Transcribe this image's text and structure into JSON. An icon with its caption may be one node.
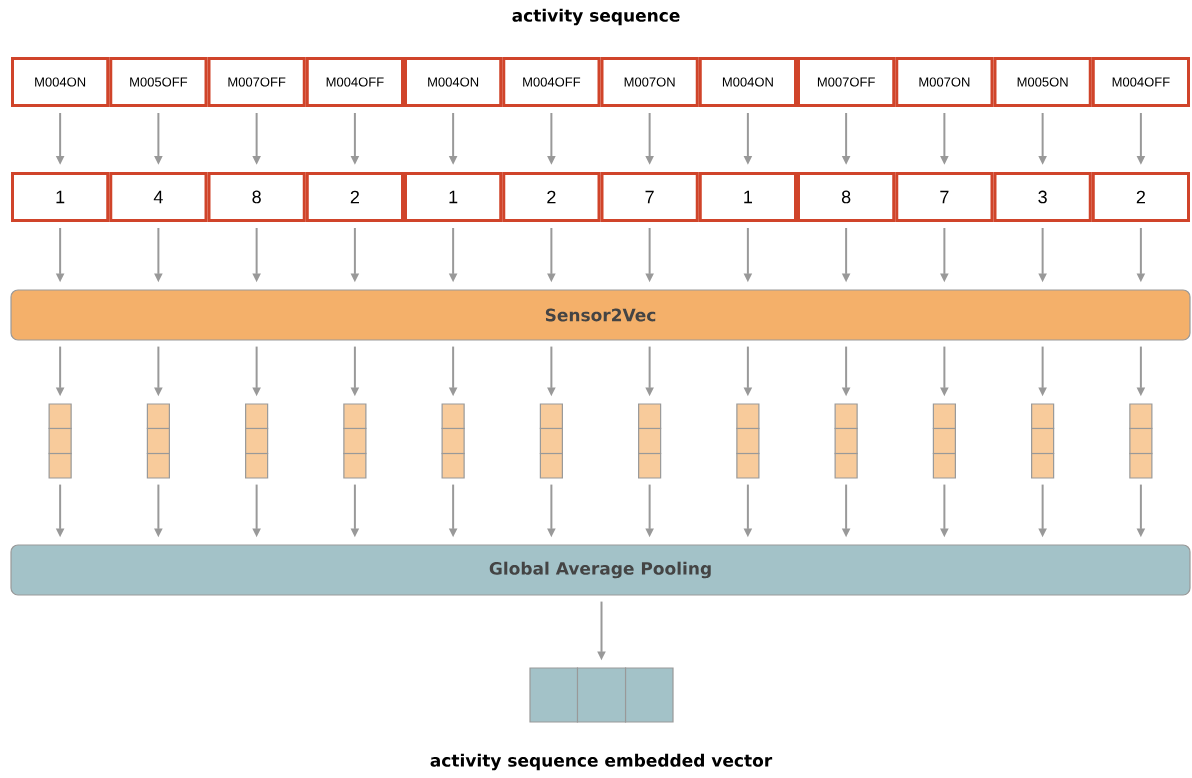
{
  "diagram": {
    "title": "activity sequence",
    "caption": "activity sequence embedded vector",
    "nodes": [
      {
        "text": [
          "M004ON"
        ]
      },
      {
        "text": [
          "M005OFF"
        ]
      },
      {
        "text": [
          "M007OFF"
        ]
      },
      {
        "text": [
          "M004OFF"
        ]
      },
      {
        "text": [
          "M004ON"
        ]
      },
      {
        "text": [
          "M004OFF"
        ]
      },
      {
        "text": [
          "M007ON"
        ]
      },
      {
        "text": [
          "M004ON"
        ]
      },
      {
        "text": [
          "M007OFF"
        ]
      },
      {
        "text": [
          "M007ON"
        ]
      },
      {
        "text": [
          "M005ON"
        ]
      },
      {
        "text": [
          "M004OFF"
        ]
      },
      {
        "text": [
          "1"
        ]
      },
      {
        "text": [
          "4"
        ]
      },
      {
        "text": [
          "8"
        ]
      },
      {
        "text": [
          "2"
        ]
      },
      {
        "text": [
          "1"
        ]
      },
      {
        "text": [
          "2"
        ]
      },
      {
        "text": [
          "7"
        ]
      },
      {
        "text": [
          "1"
        ]
      },
      {
        "text": [
          "8"
        ]
      },
      {
        "text": [
          "7"
        ]
      },
      {
        "text": [
          "3"
        ]
      },
      {
        "text": [
          "2"
        ]
      },
      {
        "text": [
          "Sensor2Vec"
        ]
      },
      {
        "text": [],
        "shape": "bar"
      },
      {
        "text": [],
        "shape": "bar"
      },
      {
        "text": [],
        "shape": "bar"
      },
      {
        "text": [],
        "shape": "bar"
      },
      {
        "text": [],
        "shape": "bar"
      },
      {
        "text": [],
        "shape": "bar"
      },
      {
        "text": [],
        "shape": "bar"
      },
      {
        "text": [],
        "shape": "bar"
      },
      {
        "text": [],
        "shape": "bar"
      },
      {
        "text": [],
        "shape": "bar"
      },
      {
        "text": [],
        "shape": "bar"
      },
      {
        "text": [],
        "shape": "bar"
      },
      {
        "text": [
          "Global Average Pooling"
        ]
      },
      {
        "text": [],
        "shape": "bar"
      }
    ],
    "edges": [
      {
        "from": 0,
        "to": 12,
        "arrow": "to"
      },
      {
        "from": 1,
        "to": 13,
        "arrow": "to"
      },
      {
        "from": 2,
        "to": 14,
        "arrow": "to"
      },
      {
        "from": 3,
        "to": 15,
        "arrow": "to"
      },
      {
        "from": 4,
        "to": 16,
        "arrow": "to"
      },
      {
        "from": 5,
        "to": 17,
        "arrow": "to"
      },
      {
        "from": 6,
        "to": 18,
        "arrow": "to"
      },
      {
        "from": 7,
        "to": 19,
        "arrow": "to"
      },
      {
        "from": 8,
        "to": 20,
        "arrow": "to"
      },
      {
        "from": 9,
        "to": 21,
        "arrow": "to"
      },
      {
        "from": 10,
        "to": 22,
        "arrow": "to"
      },
      {
        "from": 11,
        "to": 23,
        "arrow": "to"
      },
      {
        "from": 12,
        "to": 24,
        "arrow": "to"
      },
      {
        "from": 13,
        "to": 24,
        "arrow": "to"
      },
      {
        "from": 14,
        "to": 24,
        "arrow": "to"
      },
      {
        "from": 15,
        "to": 24,
        "arrow": "to"
      },
      {
        "from": 16,
        "to": 24,
        "arrow": "to"
      },
      {
        "from": 17,
        "to": 24,
        "arrow": "to"
      },
      {
        "from": 18,
        "to": 24,
        "arrow": "to"
      },
      {
        "from": 19,
        "to": 24,
        "arrow": "to"
      },
      {
        "from": 20,
        "to": 24,
        "arrow": "to"
      },
      {
        "from": 21,
        "to": 24,
        "arrow": "to"
      },
      {
        "from": 22,
        "to": 24,
        "arrow": "to"
      },
      {
        "from": 23,
        "to": 24,
        "arrow": "to"
      },
      {
        "from": 24,
        "to": 25,
        "arrow": "to"
      },
      {
        "from": 24,
        "to": 26,
        "arrow": "to"
      },
      {
        "from": 24,
        "to": 27,
        "arrow": "to"
      },
      {
        "from": 24,
        "to": 28,
        "arrow": "to"
      },
      {
        "from": 24,
        "to": 29,
        "arrow": "to"
      },
      {
        "from": 24,
        "to": 30,
        "arrow": "to"
      },
      {
        "from": 24,
        "to": 31,
        "arrow": "to"
      },
      {
        "from": 24,
        "to": 32,
        "arrow": "to"
      },
      {
        "from": 24,
        "to": 33,
        "arrow": "to"
      },
      {
        "from": 24,
        "to": 34,
        "arrow": "to"
      },
      {
        "from": 24,
        "to": 35,
        "arrow": "to"
      },
      {
        "from": 24,
        "to": 36,
        "arrow": "to"
      },
      {
        "from": 25,
        "to": 37,
        "arrow": "to"
      },
      {
        "from": 26,
        "to": 37,
        "arrow": "to"
      },
      {
        "from": 27,
        "to": 37,
        "arrow": "to"
      },
      {
        "from": 28,
        "to": 37,
        "arrow": "to"
      },
      {
        "from": 29,
        "to": 37,
        "arrow": "to"
      },
      {
        "from": 30,
        "to": 37,
        "arrow": "to"
      },
      {
        "from": 31,
        "to": 37,
        "arrow": "to"
      },
      {
        "from": 32,
        "to": 37,
        "arrow": "to"
      },
      {
        "from": 33,
        "to": 37,
        "arrow": "to"
      },
      {
        "from": 34,
        "to": 37,
        "arrow": "to"
      },
      {
        "from": 35,
        "to": 37,
        "arrow": "to"
      },
      {
        "from": 36,
        "to": 37,
        "arrow": "to"
      },
      {
        "from": 37,
        "to": 38,
        "arrow": "to"
      }
    ]
  }
}
